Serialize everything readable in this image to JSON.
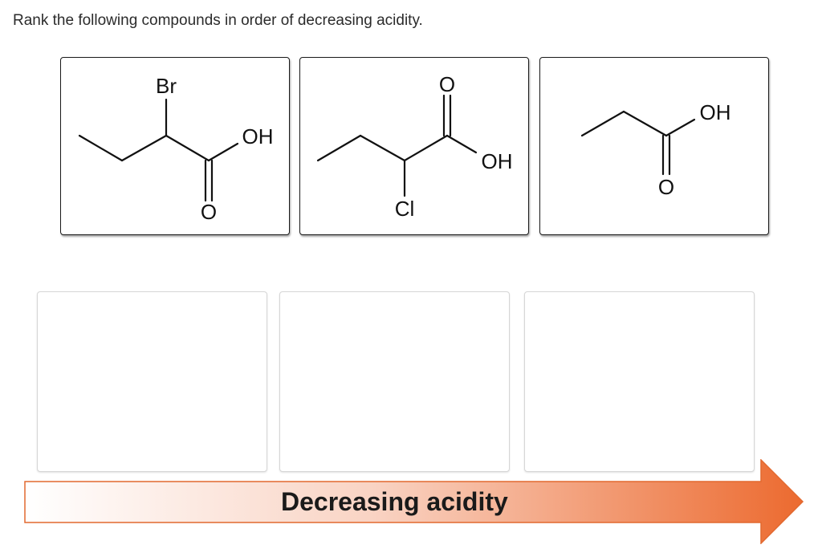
{
  "question": {
    "text": "Rank the following compounds in order of decreasing acidity."
  },
  "compounds": [
    {
      "labels": {
        "br": "Br",
        "oh": "OH",
        "o": "O"
      }
    },
    {
      "labels": {
        "o": "O",
        "oh": "OH",
        "cl": "Cl"
      }
    },
    {
      "labels": {
        "oh": "OH",
        "o": "O"
      }
    }
  ],
  "drop_slots": [
    {
      "content": ""
    },
    {
      "content": ""
    },
    {
      "content": ""
    }
  ],
  "arrow": {
    "label": "Decreasing acidity",
    "color_start": "#ffffff",
    "color_end": "#ec6a2f"
  }
}
